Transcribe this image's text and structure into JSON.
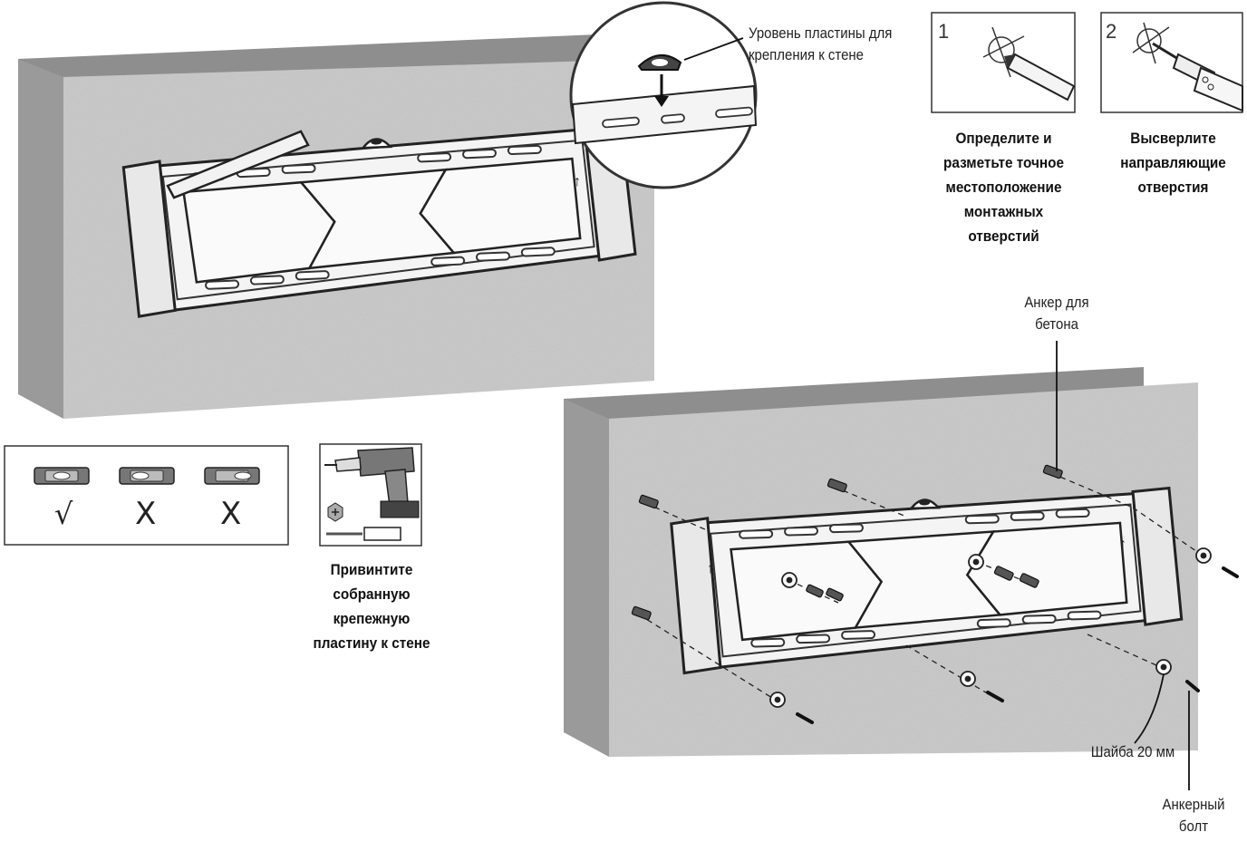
{
  "callouts": {
    "level_plate": "Уровень пластины для крепления к стене",
    "concrete_anchor": "Анкер для бетона",
    "washer": "Шайба 20 мм",
    "anchor_bolt": "Анкерный болт"
  },
  "steps": [
    {
      "number": "1",
      "icon": "pencil-mark-icon",
      "caption": "Определите и разметьте точное местоположение монтажных отверстий"
    },
    {
      "number": "2",
      "icon": "drill-bit-icon",
      "caption": "Высверлите направляющие отверстия"
    }
  ],
  "level_check": {
    "items": [
      {
        "icon": "bubble-level-icon",
        "mark": "√"
      },
      {
        "icon": "bubble-level-icon",
        "mark": "X"
      },
      {
        "icon": "bubble-level-icon",
        "mark": "X"
      }
    ]
  },
  "tool_panel": {
    "icons": [
      "cordless-drill-icon",
      "screw-head-icon",
      "wall-anchor-icon"
    ],
    "caption": "Привинтите собранную крепежную пластину к стене"
  }
}
